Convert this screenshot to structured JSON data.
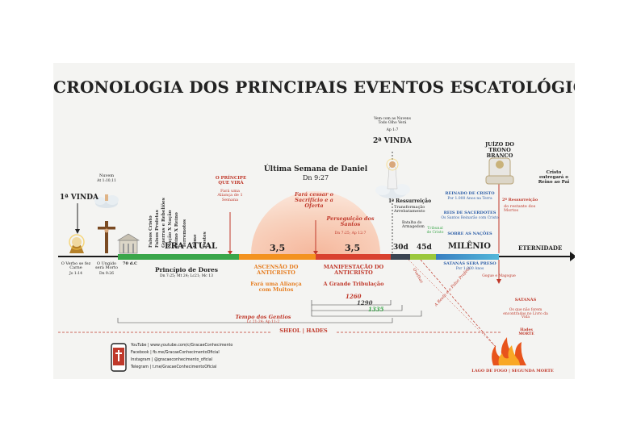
{
  "title": "CRONOLOGIA DOS PRINCIPAIS EVENTOS ESCATOLÓGICOS",
  "colors": {
    "green": "#3aa64a",
    "orange": "#f39220",
    "red": "#d9412f",
    "darkgray": "#3b4552",
    "lime": "#9bc83c",
    "blue": "#3a7fc1",
    "arrow": "#1a1a1a"
  },
  "first_coming": {
    "label": "1ª VINDA",
    "icon": "manger-icon",
    "caption": "O Verbo se fez Carne",
    "ref": "Jo 1:14"
  },
  "cross": {
    "icon": "cross-icon",
    "caption": "O Ungido será Morto",
    "ref": "Dn 9:26"
  },
  "temple": {
    "icon": "temple-icon",
    "caption": "70 d.C"
  },
  "cloud_ascension": {
    "icon": "cloud-icon",
    "label": "Nuvem",
    "ref": "At 1:10,11"
  },
  "current_events": [
    "Falsos Cristo",
    "Falsos Profetas",
    "Guerras e Rebeliões",
    "Nação X Nação",
    "Reino X Reino",
    "Terremotos",
    "Fome",
    "Pestes"
  ],
  "era_atual": "ERA ATUAL",
  "principio_dores": {
    "label": "Princípio de Dores",
    "ref": "Dn 7:25; Mt 24; Lc21; Mc 13"
  },
  "prince": {
    "title": "O PRÍNCIPE QUE VIRÁ",
    "text": "Fará uma Aliança de 1 Semana"
  },
  "last_week": {
    "title": "Última Semana de Daniel",
    "ref": "Dn 9:27"
  },
  "sacrifice": "Fará cessar o Sacrifício e a Oferta",
  "persecution": {
    "label": "Perseguição dos Santos",
    "ref": "Dn 7:25; Ap 12:7"
  },
  "half1": "3,5",
  "half2": "3,5",
  "ascensao": {
    "title": "ASCENSÃO DO ANTICRISTO",
    "text": "Fará uma Aliança com Muitos"
  },
  "manifestacao": {
    "title": "MANIFESTAÇÃO DO ANTICRISTO",
    "text": "A Grande Tribulação"
  },
  "days": [
    "1260",
    "1290",
    "1335"
  ],
  "second_coming": {
    "label": "2ª VINDA",
    "caption": "Vem com as Nuvens Todo Olho Verá",
    "ref": "Ap 1:7",
    "icon": "jesus-cloud-icon"
  },
  "first_resurrection": {
    "title": "1ª Ressurreição",
    "text": "Transformação Arrebatamento"
  },
  "armageddon": "Batalha do Armagedom",
  "nations_tribunal": "Tribunal de Cristo",
  "d30": "30d",
  "d45": "45d",
  "ovelhas": "Ovelhas",
  "bestas": "A Besta e o Falso Profeta",
  "milenio": {
    "label": "MILÊNIO",
    "reino": "REINADO DE CRISTO",
    "reino_sub": "Por 1.000 Anos na Terra",
    "reis": "REIS DE SACERDOTES",
    "reis_sub": "Os Santos Reinarão com Cristo",
    "nacoes": "SOBRE AS NAÇÕES",
    "satanas": "SATANÁS SERÁ PRESO",
    "satanas_sub": "Por 1.000 Anos"
  },
  "throne": {
    "title": "JUÍZO DO TRONO BRANCO",
    "icon": "throne-icon"
  },
  "second_resurrection": {
    "title": "2ª Ressurreição",
    "text": "do restante dos Mortos"
  },
  "gog": "Gogue e Magogue",
  "cristo_reino": "Cristo entregará o Reino ao Pai",
  "eternidade": "ETERNIDADE",
  "satanas_lago": {
    "title": "SATANÁS",
    "text": "Os que não forem encontrados no Livro da Vida"
  },
  "hades_morte": "Hades MORTE",
  "lago": {
    "label": "LAGO DE FOGO | SEGUNDA MORTE",
    "icon": "fire-icon"
  },
  "tempo_gentios": {
    "label": "Tempo dos Gentios",
    "ref": "Lc 21:24; Ap 11:2"
  },
  "sheol": "SHEOL | HADES",
  "social": [
    "YouTube | www.youtube.com/c/GracaeConhecimento",
    "Facebook | fb.me/GracaeConhecimentoOficial",
    "Instagram | @gracaeconhecimento_oficial",
    "Telegram | t.me/GracaeConhecimentoOficial"
  ],
  "phone_icon": "phone-bible-icon"
}
